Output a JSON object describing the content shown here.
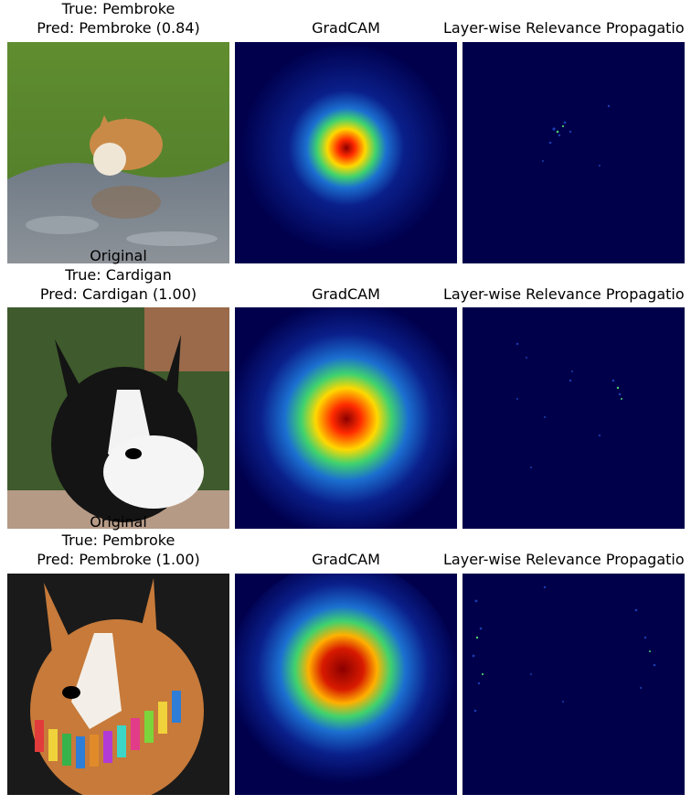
{
  "rows": [
    {
      "original_label": "",
      "true_label": "True: Pembroke",
      "pred_label": "Pred: Pembroke (0.84)",
      "gradcam_title": "GradCAM",
      "lrp_title": "Layer-wise Relevance Propagatio",
      "photo": "corgi-drinking-from-puddle",
      "gradcam_level": 0.55
    },
    {
      "original_label": "Original",
      "true_label": "True: Cardigan",
      "pred_label": "Pred: Cardigan (1.00)",
      "gradcam_title": "GradCAM",
      "lrp_title": "Layer-wise Relevance Propagatio",
      "photo": "black-white-corgi-portrait",
      "gradcam_level": 0.75
    },
    {
      "original_label": "Original",
      "true_label": "True: Pembroke",
      "pred_label": "Pred: Pembroke (1.00)",
      "gradcam_title": "GradCAM",
      "lrp_title": "Layer-wise Relevance Propagatio",
      "photo": "corgi-with-colorful-collar",
      "gradcam_level": 0.95
    }
  ],
  "colors": {
    "heatmap_low": "#00004d",
    "heatmap_hot": "#8b0000"
  }
}
